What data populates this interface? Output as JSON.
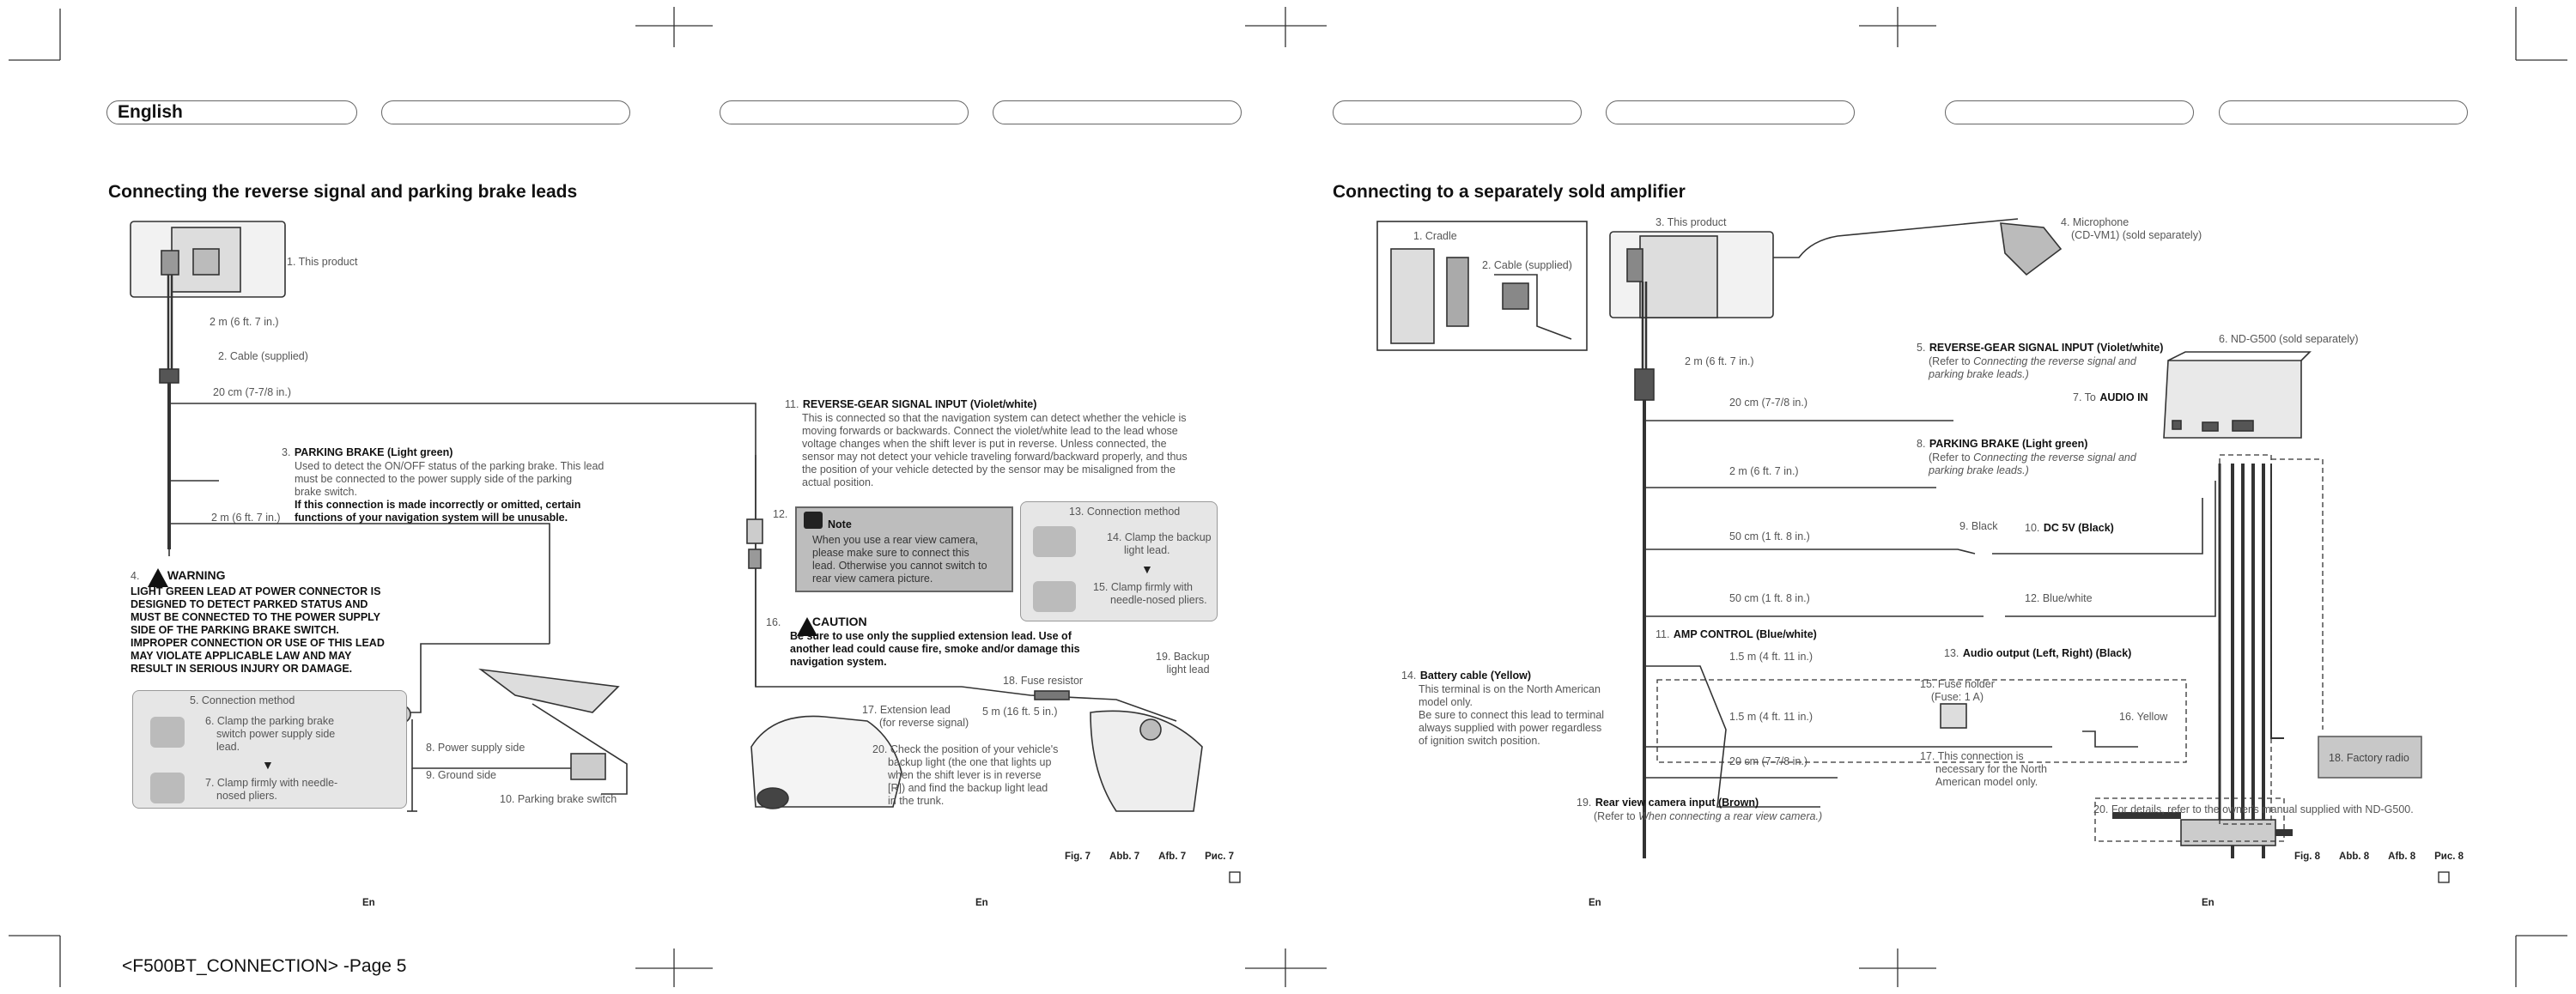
{
  "header": {
    "language": "English"
  },
  "left": {
    "title": "Connecting the reverse signal and parking brake leads",
    "labels": {
      "l1": "1. This product",
      "l2m": "2 m (6 ft. 7 in.)",
      "l2": "2. Cable (supplied)",
      "l20cm": "20 cm (7-7/8 in.)",
      "l3num": "3.",
      "l3title": "PARKING BRAKE (Light green)",
      "l3a": "Used to detect the ON/OFF status of the parking brake. This lead",
      "l3b": "must be connected to the power supply side of the parking",
      "l3c": "brake switch.",
      "l3d": "If this connection is made incorrectly or omitted, certain",
      "l3e": "functions of your navigation system will be unusable.",
      "l2m_b": "2 m (6 ft. 7 in.)",
      "l4num": "4.",
      "warning_title": "WARNING",
      "w1": "LIGHT GREEN LEAD AT POWER CONNECTOR IS",
      "w2": "DESIGNED TO DETECT PARKED STATUS AND",
      "w3": "MUST BE CONNECTED TO THE POWER SUPPLY",
      "w4": "SIDE OF THE PARKING BRAKE SWITCH.",
      "w5": "IMPROPER CONNECTION OR USE OF THIS LEAD",
      "w6": "MAY VIOLATE APPLICABLE LAW AND MAY",
      "w7": "RESULT IN SERIOUS INJURY OR DAMAGE.",
      "l5": "5. Connection method",
      "l6a": "6. Clamp the parking brake",
      "l6b": "switch power supply side",
      "l6c": "lead.",
      "l7a": "7. Clamp firmly with needle-",
      "l7b": "nosed pliers.",
      "l8": "8. Power supply side",
      "l9": "9. Ground side",
      "l10": "10. Parking brake switch",
      "l11num": "11.",
      "l11title": "REVERSE-GEAR SIGNAL INPUT (Violet/white)",
      "l11a": "This is connected so that the navigation system can detect whether the vehicle is",
      "l11b": "moving forwards or backwards. Connect the violet/white lead to the lead whose",
      "l11c": "voltage changes when the shift lever is put in reverse. Unless connected, the",
      "l11d": "sensor may not detect your vehicle traveling forward/backward properly, and thus",
      "l11e": "the position of your vehicle detected by the sensor may be misaligned from the",
      "l11f": "actual position.",
      "l12": "12.",
      "note_title": "Note",
      "n1": "When you use a rear view camera,",
      "n2": "please make sure to connect this",
      "n3": "lead. Otherwise you cannot switch to",
      "n4": "rear view camera picture.",
      "l13": "13. Connection method",
      "l14a": "14. Clamp the backup",
      "l14b": "light lead.",
      "l15a": "15. Clamp firmly with",
      "l15b": "needle-nosed pliers.",
      "l16": "16.",
      "caution_title": "CAUTION",
      "c1": "Be sure to use only the supplied extension lead. Use of",
      "c2": "another lead could cause fire, smoke and/or damage this",
      "c3": "navigation system.",
      "l17a": "17. Extension lead",
      "l17b": "(for reverse signal)",
      "l18": "18. Fuse resistor",
      "l5m": "5 m (16 ft. 5 in.)",
      "l19a": "19. Backup",
      "l19b": "light lead",
      "l20a": "20. Check the position of your vehicle's",
      "l20b": "backup light (the one that lights up",
      "l20c": "when the shift lever is in reverse",
      "l20d": "[R]) and find the backup light lead",
      "l20e": "in the trunk."
    },
    "fig": [
      "Fig. 7",
      "Abb. 7",
      "Afb. 7",
      "Рис. 7"
    ],
    "page_en_a": "En",
    "page_en_b": "En"
  },
  "right": {
    "title": "Connecting to a separately sold amplifier",
    "labels": {
      "r1": "1. Cradle",
      "r2": "2. Cable (supplied)",
      "r3": "3. This product",
      "r4a": "4. Microphone",
      "r4b": "(CD-VM1) (sold separately)",
      "r2m": "2 m (6 ft. 7 in.)",
      "r5num": "5.",
      "r5title": "REVERSE-GEAR SIGNAL INPUT (Violet/white)",
      "r5a": "(Refer to",
      "r5b": "Connecting the reverse signal and",
      "r5c": "parking brake leads.)",
      "r6": "6. ND-G500 (sold separately)",
      "r7a": "7. To",
      "r7b": "AUDIO IN",
      "r20cm": "20 cm (7-7/8 in.)",
      "r8num": "8.",
      "r8title": "PARKING BRAKE (Light green)",
      "r8a": "(Refer to",
      "r8b": "Connecting the reverse signal and",
      "r8c": "parking brake leads.)",
      "r2m_b": "2 m (6 ft. 7 in.)",
      "r50a": "50 cm (1 ft. 8 in.)",
      "r9": "9. Black",
      "r10a": "10.",
      "r10b": "DC 5V (Black)",
      "r50b": "50 cm (1 ft. 8 in.)",
      "r12": "12. Blue/white",
      "r11num": "11.",
      "r11title": "AMP CONTROL (Blue/white)",
      "r15m_a": "1.5 m (4 ft. 11 in.)",
      "r13a": "13.",
      "r13b": "Audio output (Left, Right) (Black)",
      "r14num": "14.",
      "r14title": "Battery cable (Yellow)",
      "r14a": "This terminal is on the North American",
      "r14b": "model only.",
      "r14c": "Be sure to connect this lead to terminal",
      "r14d": "always supplied with power regardless",
      "r14e": "of ignition switch position.",
      "r15a": "15. Fuse holder",
      "r15b": "(Fuse: 1 A)",
      "r15m_b": "1.5 m (4 ft. 11 in.)",
      "r16": "16. Yellow",
      "r17a": "17. This connection is",
      "r17b": "necessary for the North",
      "r17c": "American model only.",
      "r18": "18. Factory radio",
      "r20cm_b": "20 cm (7-7/8 in.)",
      "r19num": "19.",
      "r19title": "Rear view camera input (Brown)",
      "r19a": "(Refer to",
      "r19b": "When connecting a rear view camera.)",
      "r20": "20. For details, refer to the owner's manual supplied with ND-G500."
    },
    "fig": [
      "Fig. 8",
      "Abb. 8",
      "Afb. 8",
      "Рис. 8"
    ],
    "page_en_a": "En",
    "page_en_b": "En"
  },
  "footer": {
    "text": "<F500BT_CONNECTION> -Page 5"
  }
}
